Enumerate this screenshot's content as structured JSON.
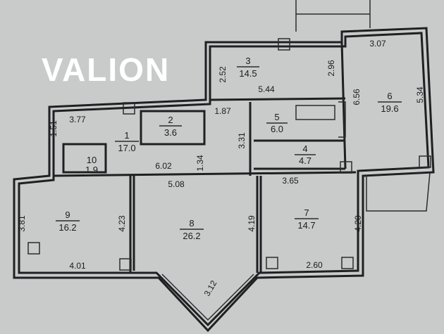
{
  "watermark": "VALION",
  "colors": {
    "background": "#c8cbc9",
    "walls": "#1e2022",
    "watermark": "#ffffff"
  },
  "rooms": [
    {
      "number": "1",
      "area": "17.0"
    },
    {
      "number": "2",
      "area": "3.6"
    },
    {
      "number": "3",
      "area": "14.5"
    },
    {
      "number": "4",
      "area": "4.7"
    },
    {
      "number": "5",
      "area": "6.0"
    },
    {
      "number": "6",
      "area": "19.6"
    },
    {
      "number": "7",
      "area": "14.7"
    },
    {
      "number": "8",
      "area": "26.2"
    },
    {
      "number": "9",
      "area": "16.2"
    },
    {
      "number": "10",
      "area": "1.9"
    }
  ],
  "dimensions": [
    "3.77",
    "1.51",
    "6.02",
    "1.34",
    "5.08",
    "1.87",
    "3.31",
    "2.52",
    "5.44",
    "2.96",
    "3.07",
    "6.56",
    "5.34",
    "3.65",
    "4.23",
    "3.81",
    "4.01",
    "4.19",
    "4.20",
    "2.60",
    "3.12"
  ]
}
